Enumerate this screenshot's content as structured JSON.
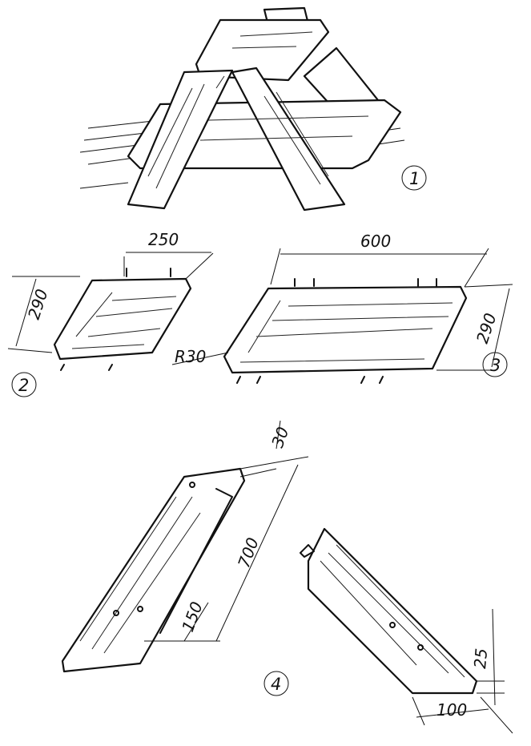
{
  "figures": [
    {
      "id": "1",
      "label": "1"
    },
    {
      "id": "2",
      "label": "2",
      "dimensions": {
        "width": "250",
        "depth": "290"
      }
    },
    {
      "id": "3",
      "label": "3",
      "dimensions": {
        "width": "600",
        "depth": "290",
        "radius": "R30"
      }
    },
    {
      "id": "4",
      "label": "4",
      "dimensions": {
        "offset": "30",
        "length": "700",
        "slot": "150",
        "thickness": "25",
        "width": "100"
      }
    }
  ]
}
